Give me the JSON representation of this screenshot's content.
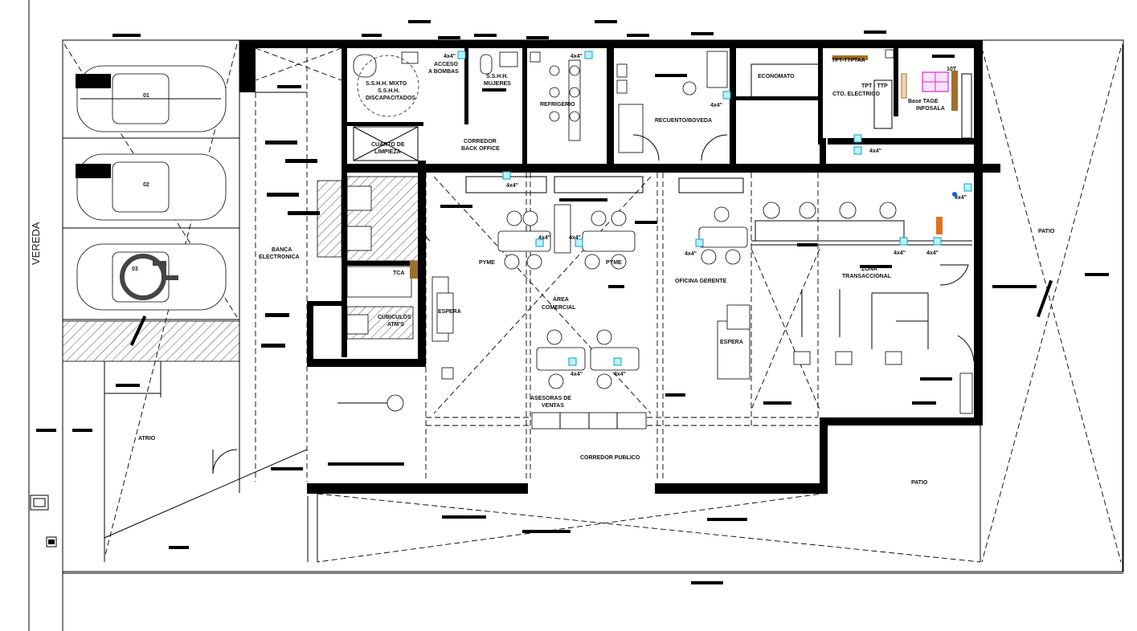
{
  "plan": {
    "sidewalk_label": "VEREDA",
    "parking_numbers": [
      "01",
      "02",
      "03"
    ],
    "rooms": {
      "ss_hh_mixto": [
        "S.S.H.H. MIXTO",
        "S.S.H.H.",
        "DISCAPACITADOS"
      ],
      "acceso_bombas": [
        "ACCESO",
        "A BOMBAS"
      ],
      "ss_hh_mujeres": [
        "S.S.H.H.",
        "MUJERES"
      ],
      "refrigerio": "REFRIGERIO",
      "recuento_boveda": "RECUENTO/BOVEDA",
      "economato": "ECONOMATO",
      "cto_electrico": [
        "TPT - TTP",
        "CTO. ELECTRICO"
      ],
      "infosala": [
        "Base TAGE",
        "INFOSALA"
      ],
      "corredor_back_office": [
        "CORREDOR",
        "BACK OFFICE"
      ],
      "cuarto_limpieza": [
        "CUARTO DE",
        "LIMPIEZA"
      ],
      "banca_electronica": [
        "BANCA",
        "ELECTRONICA"
      ],
      "cubiculos_atms": [
        "CUBICULOS",
        "ATM'S"
      ],
      "espera_1": "ESPERA",
      "pyme_1": "PYME",
      "pyme_2": "PYME",
      "area_comercial": [
        "ÁREA",
        "COMERCIAL"
      ],
      "oficina_gerente": "OFICINA GERENTE",
      "espera_2": "ESPERA",
      "zona_transaccional": [
        "ZONA",
        "TRANSACCIONAL"
      ],
      "asesoras_ventas": [
        "ASESORAS DE",
        "VENTAS"
      ],
      "corredor_publico": "CORREDOR PUBLICO",
      "atrio": "ATRIO",
      "patio_1": "PATIO",
      "patio_2": "PATIO",
      "tca": "TCA",
      "taa": "TAA",
      "tpt": "TPT-TTP",
      "electrical_tag": "10T"
    },
    "box_labels": [
      "4x4\"",
      "4x4\"",
      "4x4\"",
      "4x4\"",
      "4x4\"",
      "4x4\"",
      "4x4\"",
      "4x4\"",
      "4x4\"",
      "4x4\"",
      "4x4\"",
      "4x4\"",
      "4x4\""
    ],
    "colors": {
      "wall": "#000000",
      "junction_box": "#0aa0c0",
      "junction_fill": "#bff0f8",
      "rack": "#cc33cc",
      "door_brown": "#a0702a",
      "outlet_orange": "#e07020",
      "blue_point": "#1060e0"
    }
  }
}
